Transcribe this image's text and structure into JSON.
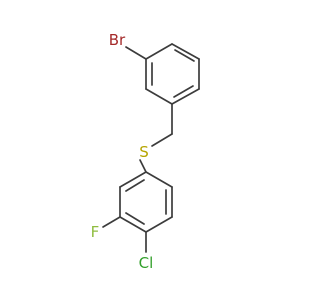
{
  "molecule": {
    "atoms": {
      "bromine": {
        "symbol": "Br",
        "color": "#a52a2a"
      },
      "sulfur": {
        "symbol": "S",
        "color": "#b5a400"
      },
      "fluorine": {
        "symbol": "F",
        "color": "#8fbc3f"
      },
      "chlorine": {
        "symbol": "Cl",
        "color": "#33a02c"
      }
    },
    "bond_color": "#3c3c3c"
  }
}
